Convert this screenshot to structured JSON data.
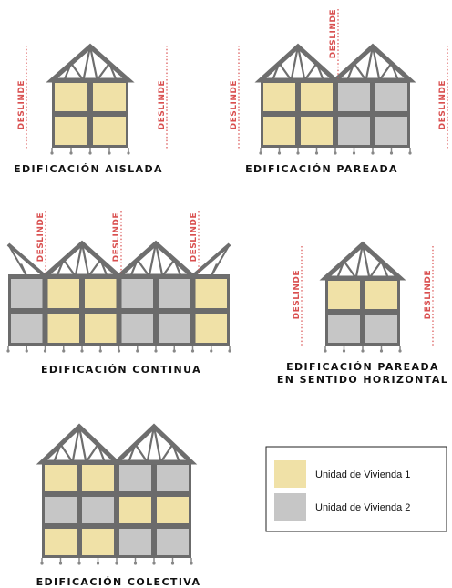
{
  "captions": {
    "aislada": "EDIFICACIÓN AISLADA",
    "pareada": "EDIFICACIÓN PAREADA",
    "continua": "EDIFICACIÓN CONTINUA",
    "pareada_h_line1": "EDIFICACIÓN PAREADA",
    "pareada_h_line2": "EN SENTIDO HORIZONTAL",
    "colectiva": "EDIFICACIÓN COLECTIVA"
  },
  "boundary_label": "DESLINDE",
  "legend": {
    "items": [
      {
        "label": "Unidad de Vivienda 1",
        "color": "#f0e1a7"
      },
      {
        "label": "Unidad de Vivienda 2",
        "color": "#c6c6c6"
      }
    ]
  },
  "colors": {
    "vivienda_1": "#f0e1a7",
    "vivienda_2": "#c6c6c6",
    "frame": "#6b6b6b",
    "truss": "#6e6e6e",
    "boundary": "#d94f4f"
  }
}
